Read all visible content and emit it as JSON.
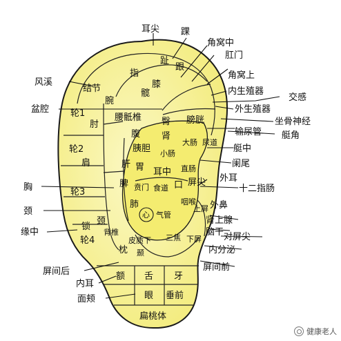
{
  "labels": {
    "erjian": "耳尖",
    "huai": "踝",
    "jiaowozhong": "角窝中",
    "zhi_toe": "趾",
    "gen": "跟",
    "ganmen": "肛门",
    "fengxi": "风溪",
    "zhi_finger": "指",
    "xi": "膝",
    "jiaowoshang": "角窝上",
    "jiejie": "结节",
    "kuan": "髋",
    "wan": "腕",
    "neishengzhiqi": "内生殖器",
    "jiaogan": "交感",
    "penqiang": "盆腔",
    "yaodizhui": "腰骶椎",
    "waishengzhiqi": "外生殖器",
    "lun1": "轮1",
    "zhou": "肘",
    "tun": "臀",
    "zuogushenjing": "坐骨神经",
    "pangguang": "膀胱",
    "shuniaoguan": "输尿管",
    "tingjiao": "艇角",
    "fu": "腹",
    "shen": "肾",
    "dachang": "大肠",
    "niaodao": "尿道",
    "lun2": "轮2",
    "jian": "肩",
    "yaodan": "胰胆",
    "xiaochang": "小肠",
    "tingzhong": "艇中",
    "lanwei": "阑尾",
    "gan": "肝",
    "wei": "胃",
    "erzhong": "耳中",
    "zhichang": "直肠",
    "waier": "外耳",
    "xiong": "胸",
    "pi": "脾",
    "bimen": "贲门",
    "shidao": "食道",
    "kou": "口",
    "pingjian": "屏尖",
    "shierzhichang": "十二指肠",
    "lun3": "轮3",
    "yanhou": "咽喉",
    "shangping": "上屏",
    "waibi": "外鼻",
    "jing_neck": "颈",
    "fei": "肺",
    "xin": "心",
    "qiguan": "气管",
    "lun4": "轮4",
    "suo": "锁",
    "jingzhui": "颈",
    "beizhui": "背椎",
    "shenshangxian": "肾上腺",
    "yuanzhong": "缘中",
    "naogan": "脑干",
    "duipingjian": "对屏尖",
    "pizhixia": "皮质下",
    "sanjiao": "三焦",
    "xiaping": "下屏",
    "zhen": "枕",
    "nie": "颞",
    "neifenmi": "内分泌",
    "pingjianhou": "屏间后",
    "pingjianqian": "屏间前",
    "e": "额",
    "she": "舌",
    "ya": "牙",
    "neier": "内耳",
    "mianjia": "面颊",
    "yan": "眼",
    "chuiqian": "垂前",
    "biantaoti": "扁桃体"
  },
  "colors": {
    "ear_fill": "#f7f29a",
    "ear_light": "#fbf8c4",
    "concha_fill": "#f3ec6c",
    "outline": "#1a1a1a"
  },
  "watermark": {
    "text": "健康老人"
  }
}
